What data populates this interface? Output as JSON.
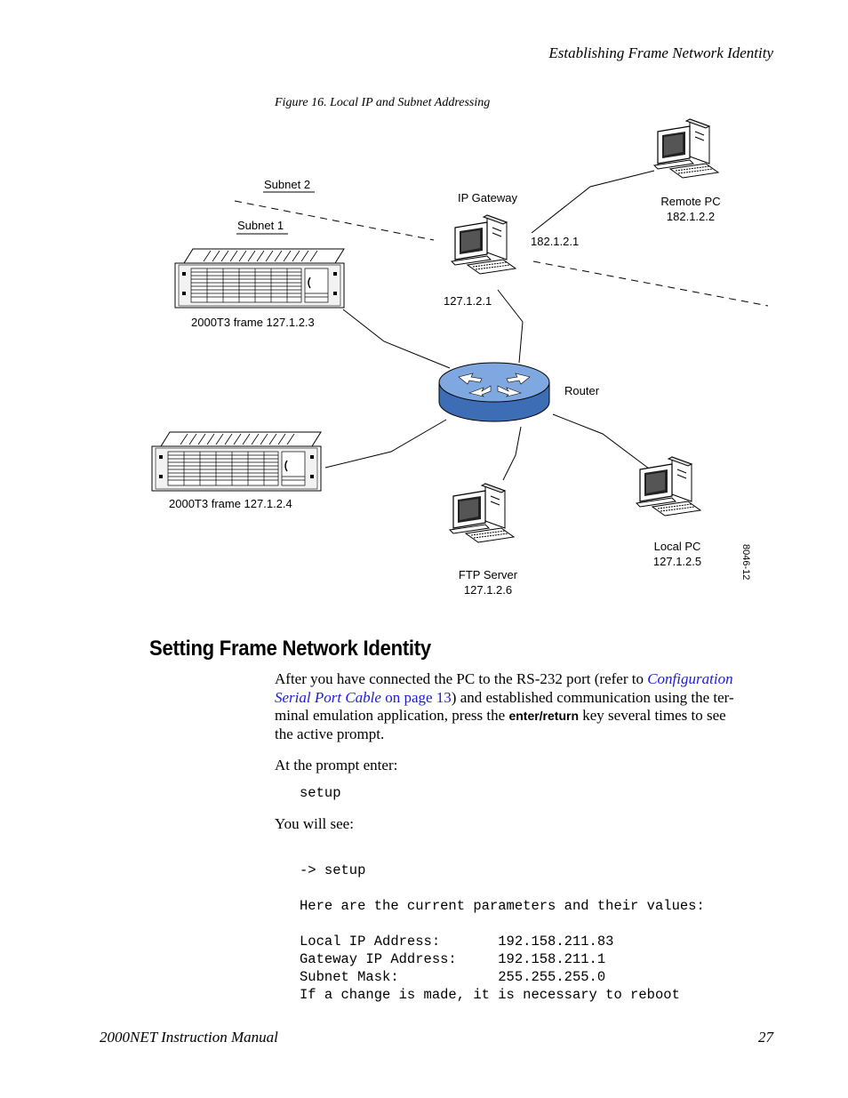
{
  "header": {
    "running_title": "Establishing Frame Network Identity"
  },
  "figure": {
    "caption": "Figure 16.  Local IP and Subnet Addressing",
    "id_code": "8046-12",
    "labels": {
      "subnet2": "Subnet 2",
      "subnet1": "Subnet 1",
      "ip_gateway": "IP Gateway",
      "gateway_ip_remote": "182.1.2.1",
      "gateway_ip_local": "127.1.2.1",
      "remote_pc_name": "Remote PC",
      "remote_pc_ip": "182.1.2.2",
      "frame1": "2000T3 frame 127.1.2.3",
      "frame2": "2000T3 frame 127.1.2.4",
      "router": "Router",
      "ftp_name": "FTP Server",
      "ftp_ip": "127.1.2.6",
      "local_pc_name": "Local PC",
      "local_pc_ip": "127.1.2.5"
    }
  },
  "section": {
    "title": "Setting Frame Network Identity",
    "para1": {
      "t1": "After you have connected the PC to the RS-232 port (refer to ",
      "link1": "Configuration",
      "link2": "Serial Port Cable",
      "link3": " on page 13",
      "t2": ") and established communication using the ter-",
      "t3": "minal emulation application, press the ",
      "key": "enter/return",
      "t4": " key several times to see",
      "t5": "the active prompt."
    },
    "prompt_intro": "At the prompt enter:",
    "command": "setup",
    "you_will_see": "You will see:",
    "output_lines": [
      "-> setup",
      "",
      "Here are the current parameters and their values:",
      "",
      "Local IP Address:       192.158.211.83",
      "Gateway IP Address:     192.158.211.1",
      "Subnet Mask:            255.255.255.0",
      "If a change is made, it is necessary to reboot"
    ]
  },
  "footer": {
    "manual": "2000NET Instruction Manual",
    "page": "27"
  }
}
